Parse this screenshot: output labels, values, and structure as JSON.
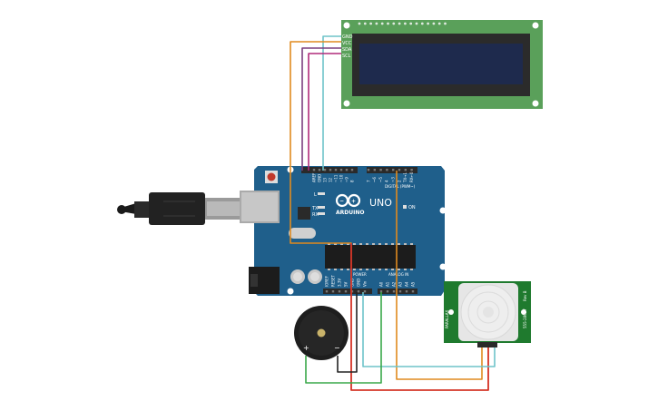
{
  "lcd": {
    "pins": [
      "GND",
      "VCC",
      "SDA",
      "SCL"
    ],
    "colors": {
      "board": "#5aa05a",
      "bezel": "#2b2b2b",
      "screen": "#1e2a4d"
    }
  },
  "arduino": {
    "brand": "ARDUINO",
    "model": "UNO",
    "digital_header": "DIGITAL (PWM~)",
    "power_header": "POWER",
    "analog_header": "ANALOG IN",
    "on_label": "ON",
    "tx_label": "TX",
    "rx_label": "RX",
    "l_label": "L",
    "digital_pins": [
      "AREF",
      "GND",
      "13",
      "12",
      "~11",
      "~10",
      "~9",
      "8",
      "7",
      "~6",
      "~5",
      "4",
      "~3",
      "2",
      "TX→1",
      "RX←0"
    ],
    "power_pins": [
      "IOREF",
      "RESET",
      "3.3V",
      "5V",
      "GND",
      "GND",
      "Vin"
    ],
    "analog_pins": [
      "A0",
      "A1",
      "A2",
      "A3",
      "A4",
      "A5"
    ],
    "colors": {
      "board": "#1f5f8b",
      "header": "#2a2a2a"
    }
  },
  "buzzer": {
    "plus": "+",
    "minus": "−",
    "colors": {
      "body": "#1e1e1e",
      "center": "#c9b36a"
    }
  },
  "pir": {
    "left_text": "PARALLAX",
    "right_text": "555-28027",
    "side_text": "Rev B",
    "colors": {
      "board": "#1f7a2e",
      "dome": "#eeeeee"
    }
  },
  "wires": {
    "colors": {
      "cyan": "#6ec3c9",
      "orange": "#e08a1e",
      "purple": "#7b3f7f",
      "magenta": "#b02a7a",
      "red": "#d42a2a",
      "green": "#3aa84a",
      "black": "#222222"
    }
  }
}
